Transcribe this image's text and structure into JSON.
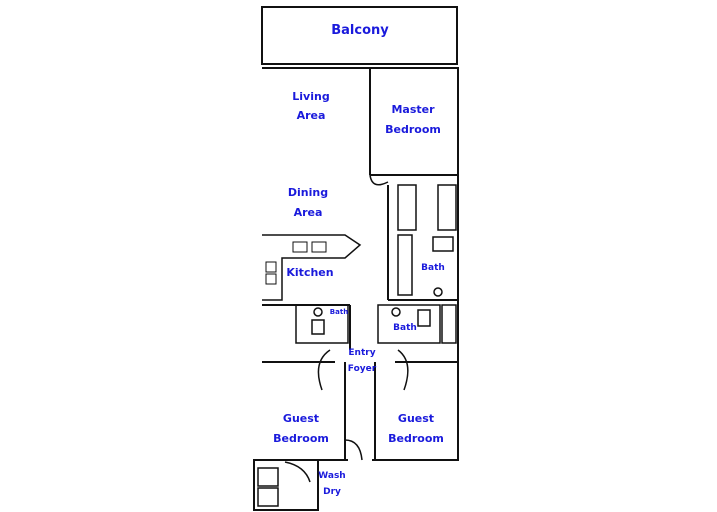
{
  "rooms": {
    "balcony": "Balcony",
    "living_1": "Living",
    "living_2": "Area",
    "master_1": "Master",
    "master_2": "Bedroom",
    "dining_1": "Dining",
    "dining_2": "Area",
    "kitchen": "Kitchen",
    "bath_master": "Bath",
    "bath_small": "Bath",
    "bath_hall": "Bath",
    "entry_1": "Entry",
    "entry_2": "Foyer",
    "guest_left_1": "Guest",
    "guest_left_2": "Bedroom",
    "guest_right_1": "Guest",
    "guest_right_2": "Bedroom",
    "wash": "Wash",
    "dry": "Dry"
  },
  "colors": {
    "label": "#1a1adc",
    "wall": "#111111",
    "background": "#ffffff"
  }
}
